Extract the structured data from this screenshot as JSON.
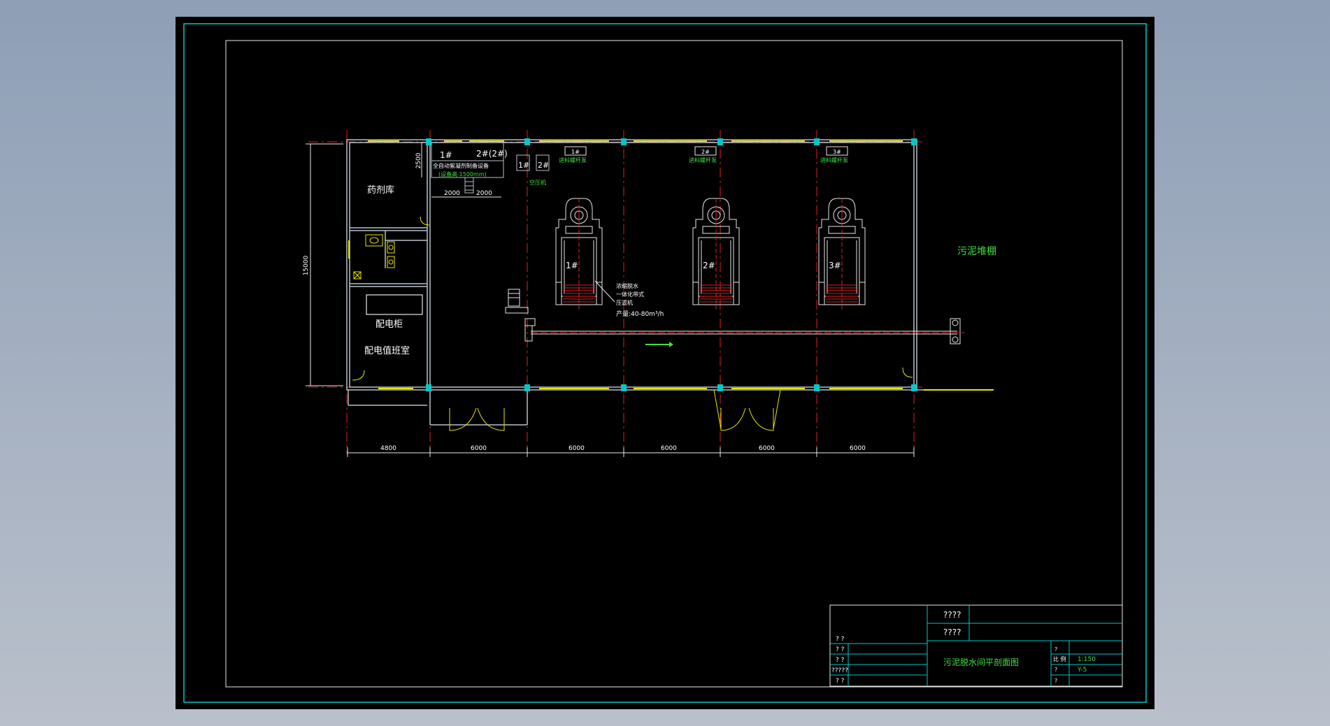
{
  "rooms": {
    "chemical_store": "药剂库",
    "panel": "配电柜",
    "duty_room": "配电值班室",
    "sludge_shed": "污泥堆棚"
  },
  "labels": {
    "top_left_1": "1#",
    "top_left_2": "2#(2#)",
    "dosing_line1": "全自动絮凝剂制备设备",
    "dosing_line2": "(设备高 1500mm)",
    "small_1": "1#",
    "small_2": "2#",
    "air_comp": "空压机",
    "conveyor_1_tag": "1#",
    "conveyor_1": "进料螺杆泵",
    "conveyor_2_tag": "2#",
    "conveyor_2": "进料螺杆泵",
    "conveyor_3_tag": "3#",
    "conveyor_3": "进料螺杆泵",
    "machine_1": "1#",
    "machine_2": "2#",
    "machine_3": "3#",
    "desc_1": "浓缩脱水",
    "desc_2": "一体化带式",
    "desc_3": "压滤机",
    "desc_4": "产量:40-80m³/h"
  },
  "dimensions": {
    "vertical": "15000",
    "top_2500": "2500",
    "top_2000a": "2000",
    "top_2000b": "2000",
    "bottom": [
      "4800",
      "6000",
      "6000",
      "6000",
      "6000",
      "6000"
    ]
  },
  "title_block": {
    "r1": "????",
    "r2": "????",
    "left_rows": [
      "?  ?",
      "?  ?",
      "?  ?",
      "?????",
      "?  ?"
    ],
    "drawing_name": "污泥脱水间平剖面图",
    "scale_label": "比  例",
    "scale_value": "1:150",
    "code_q": "?",
    "code_value": "Y-5",
    "q3": "?",
    "q4": "?"
  },
  "colors": {
    "border": "#00c8c8",
    "wall": "#b8c0c8",
    "axis": "#e02020",
    "green_text": "#40e040",
    "yellow": "#e6e600",
    "white": "#ffffff"
  }
}
